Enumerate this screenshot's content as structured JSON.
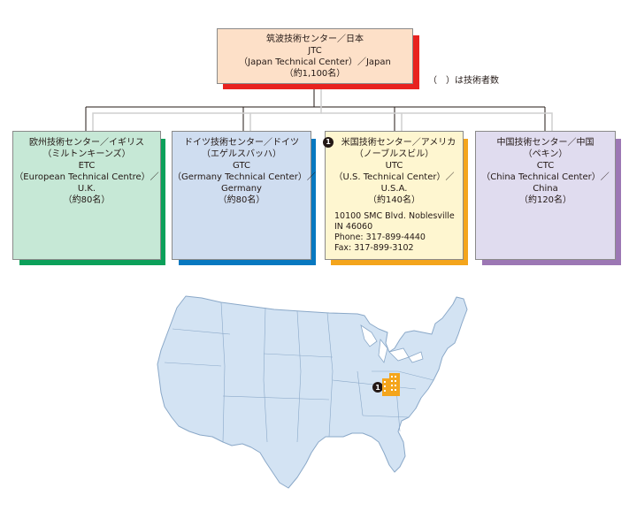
{
  "note": "（　）は技術者数",
  "hq": {
    "lines": [
      "筑波技術センター／日本",
      "JTC",
      "（Japan Technical Center）／Japan",
      "（約1,100名）"
    ],
    "fill": "#fde0c8",
    "accent": "#e8221f"
  },
  "centers": [
    {
      "lines": [
        "欧州技術センター／イギリス",
        "（ミルトンキーンズ）",
        "ETC",
        "（European Technical Centre）／",
        "U.K.",
        "（約80名）"
      ],
      "fill": "#c6e8d6",
      "accent": "#0ba05a"
    },
    {
      "lines": [
        "ドイツ技術センター／ドイツ",
        "（エゲルスバッハ）",
        "GTC",
        "（Germany Technical Center）／",
        "Germany",
        "（約80名）"
      ],
      "fill": "#cfddf0",
      "accent": "#0878c0"
    },
    {
      "marker": "1",
      "lines": [
        "米国技術センター／アメリカ",
        "（ノーブルスビル）",
        "UTC",
        "（U.S. Technical Center）／",
        "U.S.A.",
        "（約140名）"
      ],
      "address": [
        "10100 SMC Blvd. Noblesville",
        "IN 46060",
        "Phone: 317-899-4440",
        "Fax: 317-899-3102"
      ],
      "fill": "#fef6d0",
      "accent": "#f4a51c"
    },
    {
      "lines": [
        "中国技術センター／中国",
        "（ペキン）",
        "CTC",
        "（China Technical Center）／",
        "China",
        "（約120名）"
      ],
      "fill": "#e0dcef",
      "accent": "#9c77b4"
    }
  ],
  "map": {
    "marker": "1",
    "land_color": "#d3e3f3",
    "border_color": "#8aa8c8",
    "building_color": "#f4a51c"
  }
}
